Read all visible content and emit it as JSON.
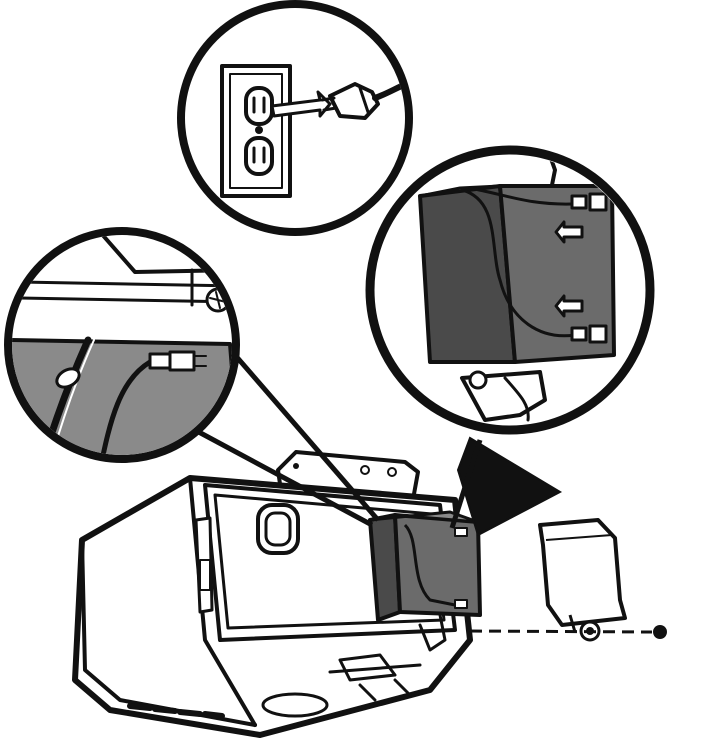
{
  "figure": {
    "kind": "installation illustration",
    "parts": {
      "outlet_callout": "wall-outlet-plug-callout",
      "wire_callout": "wire-connector-callout",
      "battery_callout": "battery-connection-callout",
      "opener_unit": "garage-door-opener-unit",
      "battery": "battery-pack",
      "cover": "battery-cover",
      "screw": "cover-screw"
    },
    "colors": {
      "line": "#111111",
      "battery_fill": "#6b6b6b",
      "battery_dark": "#4a4a4a",
      "panel_fill": "#8a8a8a",
      "background": "#ffffff"
    },
    "icons": {
      "arrow": "left-arrow-icon"
    }
  }
}
